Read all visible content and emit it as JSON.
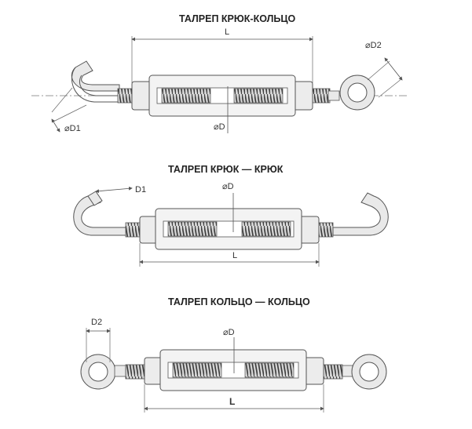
{
  "diagrams": [
    {
      "title": "ТАЛРЕП КРЮК-КОЛЬЦО",
      "labels": {
        "length": "L",
        "body_diameter": "⌀D",
        "hook_diameter": "⌀D1",
        "eye_diameter": "⌀D2"
      }
    },
    {
      "title": "ТАЛРЕП КРЮК — КРЮК",
      "labels": {
        "length": "L",
        "body_diameter": "⌀D",
        "hook_diameter": "D1"
      }
    },
    {
      "title": "ТАЛРЕП КОЛЬЦО — КОЛЬЦО",
      "labels": {
        "length": "L",
        "body_diameter": "⌀D",
        "eye_diameter": "D2"
      }
    }
  ],
  "colors": {
    "line": "#555555",
    "fill": "#e9e9e9",
    "thread": "#444444",
    "dim": "#666666"
  }
}
